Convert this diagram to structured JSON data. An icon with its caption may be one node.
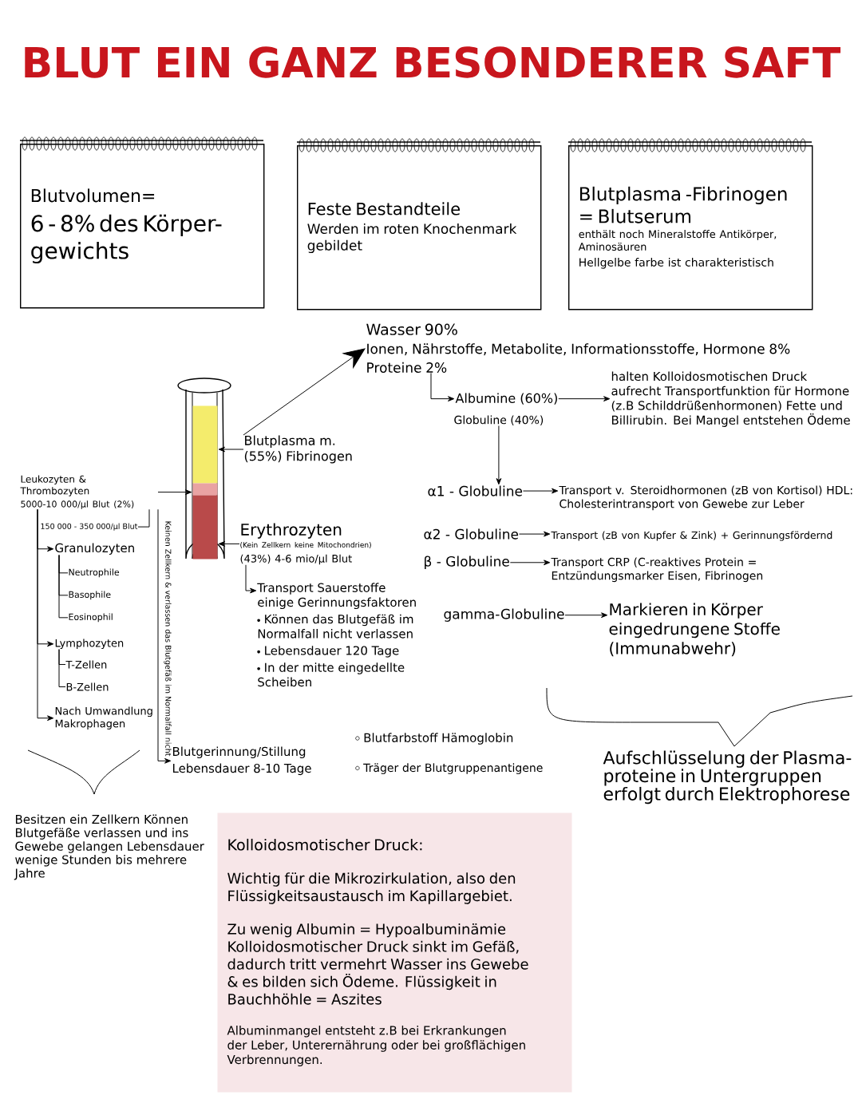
{
  "diagram": {
    "title": "BLUT EIN GANZ BESONDERER SAFT",
    "nodes": [
      {
        "text": [
          "Blutvolumen=",
          "6 - 8% des Körper- gewichts"
        ]
      },
      {
        "text": [
          "Feste Bestandteile",
          "Werden im roten Knochenmark gebildet"
        ]
      },
      {
        "text": [
          "Blutplasma -Fibrinogen = Blutserum",
          "enthält noch Mineralstoffe Antikörper, Aminosäuren",
          "Hellgelbe farbe ist charakteristisch"
        ]
      },
      {
        "text": [],
        "shape": "box"
      },
      {
        "text": [],
        "shape": "box"
      },
      {
        "text": [],
        "shape": "box"
      },
      {
        "text": [
          "Blutplasma m. (55%) Fibrinogen"
        ]
      },
      {
        "text": [
          "Wasser 90%",
          "Ionen, Nährstoffe, Metabolite, Informationsstoffe, Hormone 8%",
          "Proteine 2%"
        ]
      },
      {
        "text": [
          "Albumine (60%)"
        ]
      },
      {
        "text": [
          "Globuline (40%)"
        ]
      },
      {
        "text": [
          "halten Kolloidosmotischen Druck aufrecht Transportfunktion für Hormone (z.B Schilddrüßenhormonen) Fette und Billirubin. Bei Mangel entstehen Ödeme"
        ]
      },
      {
        "text": [
          "α1 - Globuline"
        ]
      },
      {
        "text": [
          "Transport v. Steroidhormonen (zB von Kortisol) HDL: Cholesterintransport von Gewebe zur Leber"
        ]
      },
      {
        "text": [
          "α2 - Globuline"
        ]
      },
      {
        "text": [
          "Transport (zB von Kupfer & Zink) + Gerinnungsfördernd"
        ]
      },
      {
        "text": [
          "β - Globuline"
        ]
      },
      {
        "text": [
          "Transport CRP (C-reaktives Protein = Entzündungsmarker Eisen, Fibrinogen"
        ]
      },
      {
        "text": [
          "gamma-Globuline"
        ]
      },
      {
        "text": [
          "Markieren in Körper eingedrungene Stoffe (Immunabwehr)"
        ]
      },
      {
        "text": [
          "Erythrozyten",
          "(Kein Zellkern keine Mitochondrien)",
          "(43%) 4-6 mio/µl Blut"
        ]
      },
      {
        "text": [
          "Transport Sauerstoffe einige Gerinnungsfaktoren",
          "Können das Blutgefäß im Normalfall nicht verlassen",
          "Lebensdauer 120 Tage",
          "In der mitte eingedellte Scheiben"
        ]
      },
      {
        "text": [
          "Leukozyten & Thrombozyten",
          "5000-10 000/µl Blut (2%)"
        ]
      },
      {
        "text": [
          "150 000 - 350 000/µl Blut"
        ]
      },
      {
        "text": [
          "Granulozyten"
        ]
      },
      {
        "text": [
          "Neutrophile"
        ]
      },
      {
        "text": [
          "Basophile"
        ]
      },
      {
        "text": [
          "Eosinophil"
        ]
      },
      {
        "text": [
          "Lymphozyten"
        ]
      },
      {
        "text": [
          "T-Zellen"
        ]
      },
      {
        "text": [
          "B-Zellen"
        ]
      },
      {
        "text": [
          "Nach Umwandlung Makrophagen"
        ]
      },
      {
        "text": [
          "Blutgerinnung/Stillung",
          "Lebensdauer 8-10 Tage"
        ]
      },
      {
        "text": [
          "Kolloidosmotischer Druck:",
          "Wichtig für die Mikrozirkulation, also den Flüssigkeitsaustausch im Kapillargebiet.",
          "Zu wenig Albumin = Hypoalbuminämie Kolloidosmotischer Druck sinkt im Gefäß, dadurch tritt vermehrt Wasser ins Gewebe & es bilden sich Ödeme. Flüssigkeit in Bauchhöhle = Aszites",
          "Albuminmangel entsteht z.B bei Erkrankungen der Leber, Unterernährung oder bei großflächigen Verbrennungen."
        ]
      }
    ],
    "edges": [
      {
        "from": 6,
        "to": 3,
        "arrow": "to"
      },
      {
        "from": 6,
        "to": 7,
        "arrow": "to"
      },
      {
        "from": 7,
        "to": 8,
        "arrow": "to"
      },
      {
        "from": 8,
        "to": 10,
        "arrow": "to"
      },
      {
        "from": 9,
        "to": 11,
        "arrow": "to"
      },
      {
        "from": 11,
        "to": 12,
        "arrow": "to"
      },
      {
        "from": 13,
        "to": 14,
        "arrow": "to"
      },
      {
        "from": 15,
        "to": 16,
        "arrow": "to"
      },
      {
        "from": 17,
        "to": 18,
        "arrow": "to"
      },
      {
        "from": 19,
        "to": 5,
        "arrow": "to"
      },
      {
        "from": 19,
        "to": 20,
        "arrow": "to"
      },
      {
        "from": 21,
        "to": 4,
        "arrow": "to"
      },
      {
        "from": 21,
        "to": 22,
        "arrow": "none"
      },
      {
        "from": 21,
        "to": 23,
        "arrow": "to"
      },
      {
        "from": 21,
        "to": 27,
        "arrow": "to"
      },
      {
        "from": 21,
        "to": 30,
        "arrow": "to"
      },
      {
        "from": 23,
        "to": 24,
        "arrow": "none"
      },
      {
        "from": 23,
        "to": 25,
        "arrow": "none"
      },
      {
        "from": 23,
        "to": 26,
        "arrow": "none"
      },
      {
        "from": 27,
        "to": 28,
        "arrow": "none"
      },
      {
        "from": 27,
        "to": 29,
        "arrow": "none"
      },
      {
        "from": 21,
        "to": 31,
        "arrow": "to",
        "label": "Keinen Zellkern & verlassen das Blutgefäß im Normalfall nicht"
      }
    ],
    "labels": [
      "Blutfarbstoff Hämoglobin",
      "Träger der Blutgruppenantigene",
      "Aufschlüsselung der Plasma- proteine in Untergruppen erfolgt durch Elektrophorese",
      "Besitzen ein Zellkern Können Blutgefäße verlassen und ins Gewebe gelangen Lebensdauer wenige Stunden bis mehrere Jahre"
    ]
  }
}
